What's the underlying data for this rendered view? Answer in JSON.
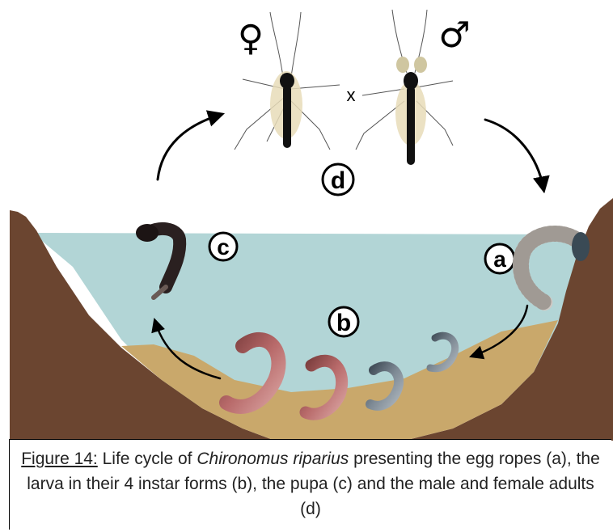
{
  "labels": {
    "female_symbol": "♀",
    "male_symbol": "♂",
    "cross": "x",
    "d": "d",
    "c": "c",
    "a": "a",
    "b": "b"
  },
  "caption": {
    "lead": "Figure 14:",
    "text1": " Life cycle of ",
    "species": "Chironomus riparius",
    "text2": " presenting the egg ropes (a), the larva in their 4 instar forms (b), the pupa (c) and the male and female adults (d)"
  },
  "colors": {
    "bank": "#6b4530",
    "water": "#b2d5d6",
    "sediment": "#c9a86b",
    "arrow": "#000000"
  }
}
